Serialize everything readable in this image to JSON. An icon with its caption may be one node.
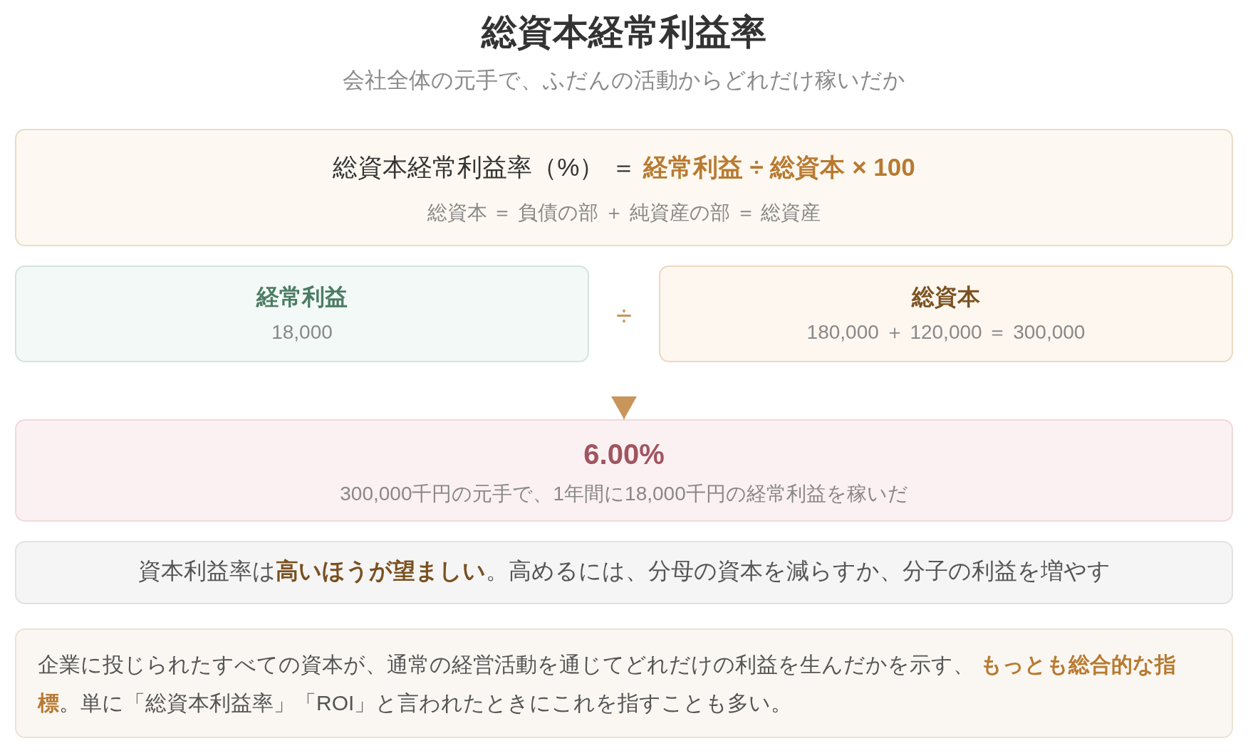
{
  "diagram": {
    "title": "総資本経常利益率",
    "nodes": [
      {
        "text": [
          "総資本経常利益率（%） ＝ **経常利益 ÷ 総資本 × 100**",
          "総資本 ＝ 負債の部 ＋ 純資産の部 ＝ 総資産"
        ]
      },
      {
        "text": [
          "経常利益",
          "18,000"
        ]
      },
      {
        "text": [
          "総資本",
          "180,000 ＋ 120,000 ＝ 300,000"
        ]
      },
      {
        "text": [
          "6.00%",
          "300,000千円の元手で、1年間に18,000千円の経常利益を稼いだ"
        ]
      },
      {
        "text": [
          "資本利益率は**高いほうが望ましい**。高めるには、分母の資本を減らすか、分子の利益を増やす"
        ]
      },
      {
        "text": [
          "企業に投じられたすべての資本が、通常の経営活動を通じてどれだけの利益を生んだかを示す、 **もっとも総合的な指標**。単に「総資本利益率」「ROI」と言われたときにこれを指すことも多い。"
        ]
      }
    ],
    "edges": [
      {
        "from": null,
        "to": 3,
        "arrow": "to"
      }
    ],
    "labels": [
      "会社全体の元手で、ふだんの活動からどれだけ稼いだか",
      "÷"
    ]
  }
}
